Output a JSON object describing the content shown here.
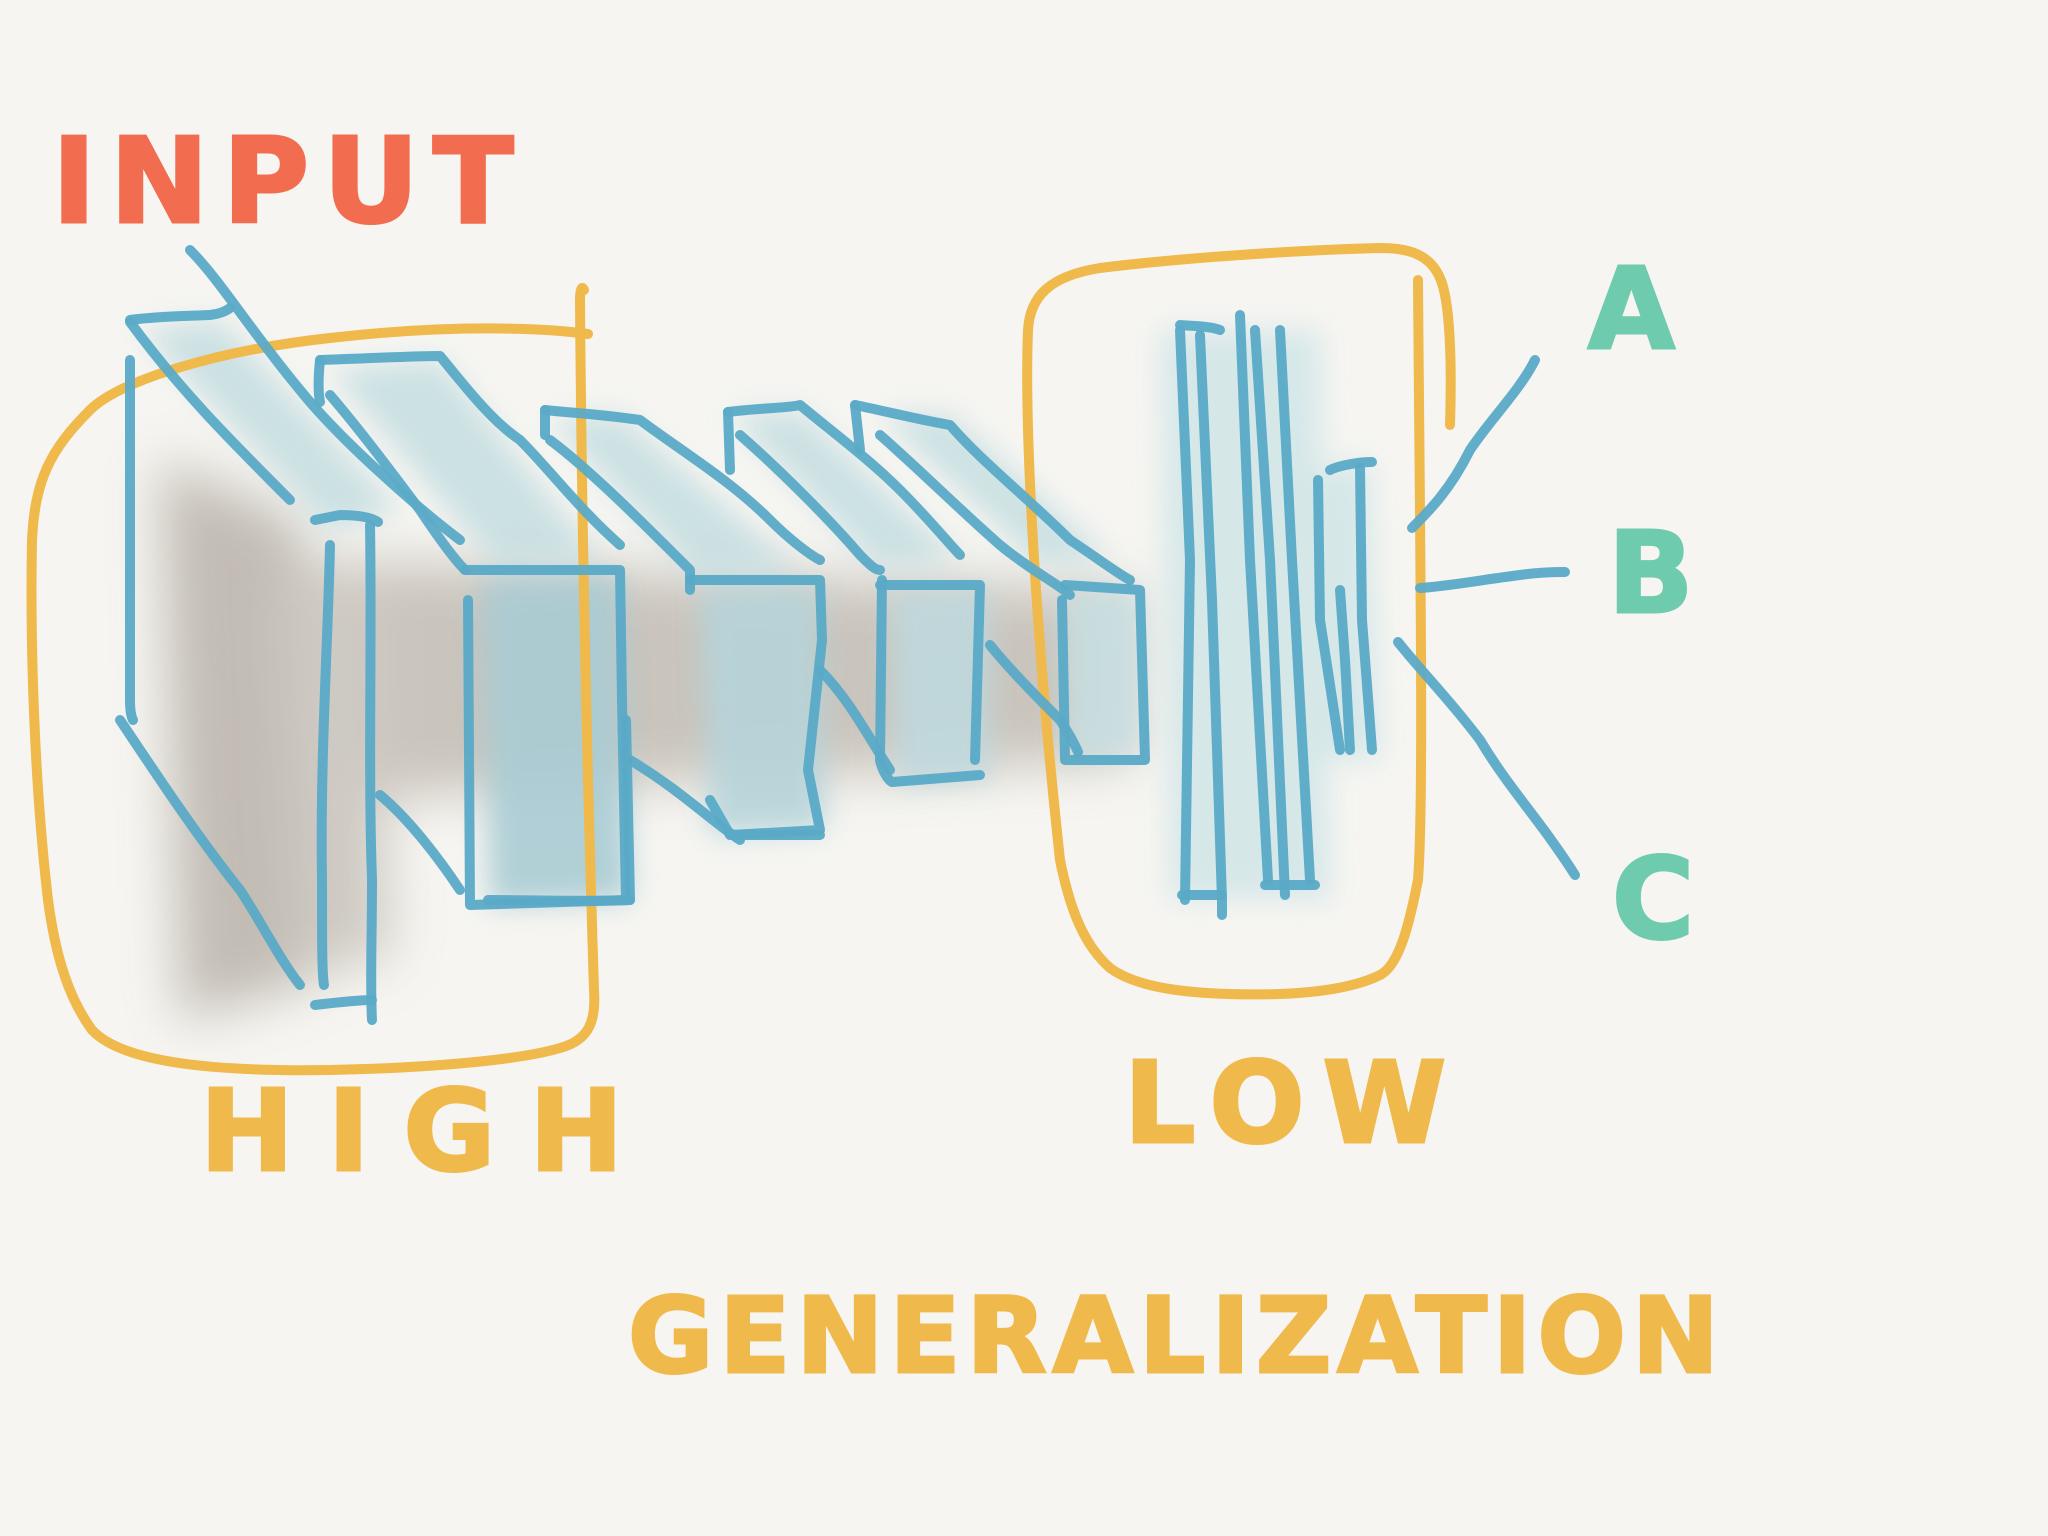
{
  "labels": {
    "input": "INPUT",
    "high": "HIGH",
    "low": "LOW",
    "generalization": "GENERALIZATION"
  },
  "outputs": [
    "A",
    "B",
    "C"
  ],
  "colors": {
    "background": "#f6f5f1",
    "input_label": "#f26d4f",
    "regions": "#f0b94b",
    "layers": "#5aaac7",
    "layer_fill": "#c7dfe2",
    "shadow": "#b9b3aa",
    "outputs": "#6fcbae"
  }
}
